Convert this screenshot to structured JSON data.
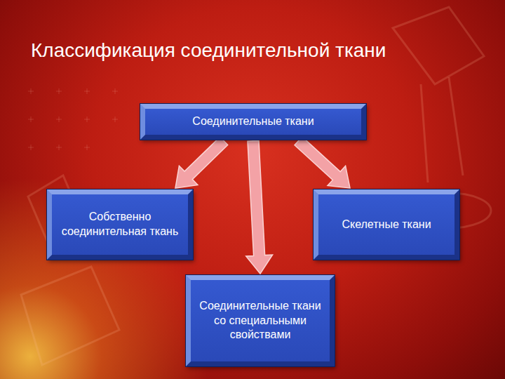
{
  "diagram": {
    "title": "Классификация соединительной ткани",
    "nodes": [
      {
        "text": [
          "Соединительные ткани"
        ]
      },
      {
        "text": [
          "Собственно соединительная ткань"
        ]
      },
      {
        "text": [
          "Скелетные ткани"
        ]
      },
      {
        "text": [
          "Соединительные ткани со специальными свойствами"
        ]
      }
    ],
    "edges": [
      {
        "from": 0,
        "to": 1,
        "arrow": "to"
      },
      {
        "from": 0,
        "to": 3,
        "arrow": "to"
      },
      {
        "from": 0,
        "to": 2,
        "arrow": "to"
      }
    ]
  }
}
